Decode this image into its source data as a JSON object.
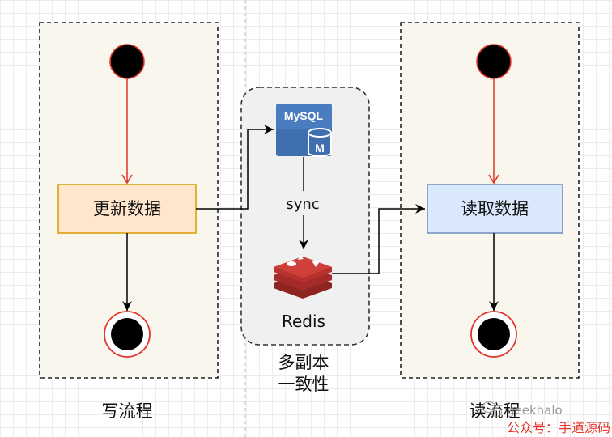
{
  "write_flow": {
    "title": "写流程",
    "action": "更新数据"
  },
  "read_flow": {
    "title": "读流程",
    "action": "读取数据"
  },
  "cluster": {
    "mysql_label": "MySQL",
    "mysql_badge": "M",
    "sync_label": "sync",
    "redis_label": "Redis",
    "caption_line1": "多副本",
    "caption_line2": "一致性"
  },
  "watermark": {
    "handle": "geekhalo",
    "account": "公众号：手道源码"
  },
  "colors": {
    "red_flow": "#e0352b",
    "update_fill": "#ffe6cc",
    "update_stroke": "#d79b00",
    "read_fill": "#dae8fc",
    "read_stroke": "#6c8ebf",
    "swimlane_fill": "#f9f7ed",
    "cluster_fill": "#f0f0f0",
    "mysql_blue": "#3f6fae",
    "redis_red": "#b8312f"
  },
  "icons": [
    "mysql-database-icon",
    "redis-stack-icon",
    "wechat-icon"
  ]
}
